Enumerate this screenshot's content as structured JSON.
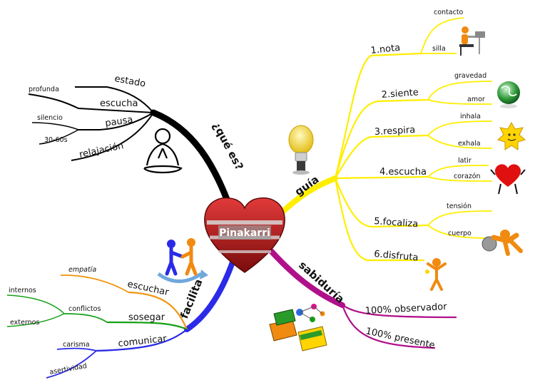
{
  "center": {
    "label": "Pinakarri"
  },
  "branches": {
    "que_es": {
      "label": "¿qué es?",
      "color": "#000000",
      "sub": {
        "estado": "estado",
        "escucha": "escucha",
        "profunda": "profunda",
        "pausa": "pausa",
        "silencio": "silencio",
        "duracion": "30-60s",
        "relajacion": "relajación"
      }
    },
    "guia": {
      "label": "guía",
      "color": "#ffee00",
      "sub": {
        "nota": "1.nota",
        "contacto": "contacto",
        "silla": "silla",
        "siente": "2.siente",
        "gravedad": "gravedad",
        "amor": "amor",
        "respira": "3.respira",
        "inhala": "inhala",
        "exhala": "exhala",
        "escucha": "4.escucha",
        "latir": "latir",
        "corazon": "corazón",
        "focaliza": "5.focaliza",
        "tension": "tensión",
        "cuerpo": "cuerpo",
        "disfruta": "6.disfruta"
      }
    },
    "sabiduria": {
      "label": "sabiduría",
      "color": "#b0108a",
      "sub": {
        "observador": "100% observador",
        "presente": "100% presente"
      }
    },
    "facilita": {
      "label": "facilita",
      "color": "#2a2ae8",
      "sub": {
        "escuchar": "escuchar",
        "empatia": "empatía",
        "sosegar": "sosegar",
        "conflictos": "conflictos",
        "internos": "internos",
        "externos": "externos",
        "comunicar": "comunicar",
        "carisma": "carisma",
        "asertividad": "asertividad"
      },
      "colors": {
        "escuchar": "#f0960f",
        "sosegar": "#16a016",
        "comunicar": "#2a2ae8"
      }
    }
  }
}
